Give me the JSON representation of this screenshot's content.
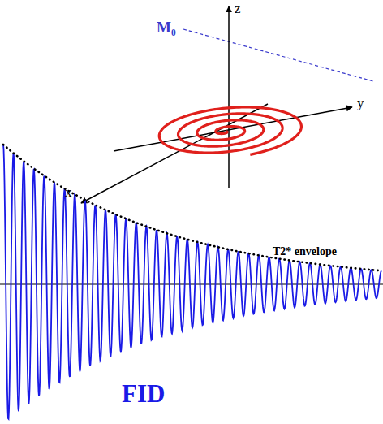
{
  "diagram": {
    "labels": [
      "M₀",
      "z",
      "y",
      "x",
      "T2* envelope",
      "FID"
    ]
  }
}
